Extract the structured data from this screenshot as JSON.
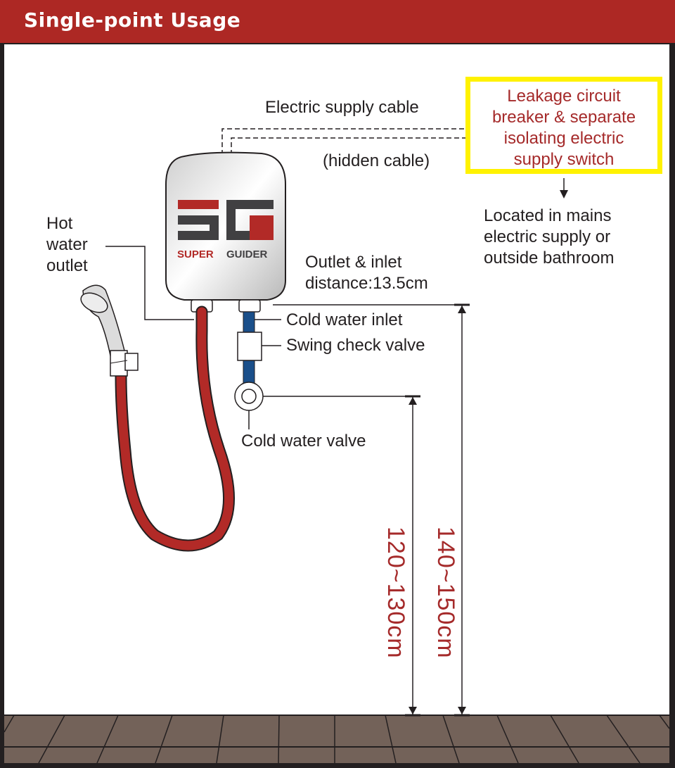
{
  "header": {
    "title": "Single-point Usage"
  },
  "colors": {
    "header_bg": "#ad2824",
    "accent_red": "#a52a2a",
    "highlight_box": "#fff200",
    "hose_red": "#b22a27",
    "pipe_blue": "#1a4f8a",
    "floor": "#736259"
  },
  "device": {
    "logo": "SG",
    "brand": "SUPER GUIDER"
  },
  "labels": {
    "electric_cable": "Electric supply cable",
    "hidden_cable": "(hidden cable)",
    "breaker_box": [
      "Leakage circuit",
      "breaker & separate",
      "isolating electric",
      "supply switch"
    ],
    "located": [
      "Located in mains",
      "electric supply or",
      "outside bathroom"
    ],
    "hot_water_outlet": [
      "Hot",
      "water",
      "outlet"
    ],
    "outlet_inlet_distance": [
      "Outlet & inlet",
      "distance:13.5cm"
    ],
    "cold_water_inlet": "Cold water inlet",
    "swing_check_valve": "Swing check valve",
    "cold_water_valve": "Cold water valve"
  },
  "dimensions": {
    "valve_height": "120~130cm",
    "heater_height": "140~150cm"
  }
}
